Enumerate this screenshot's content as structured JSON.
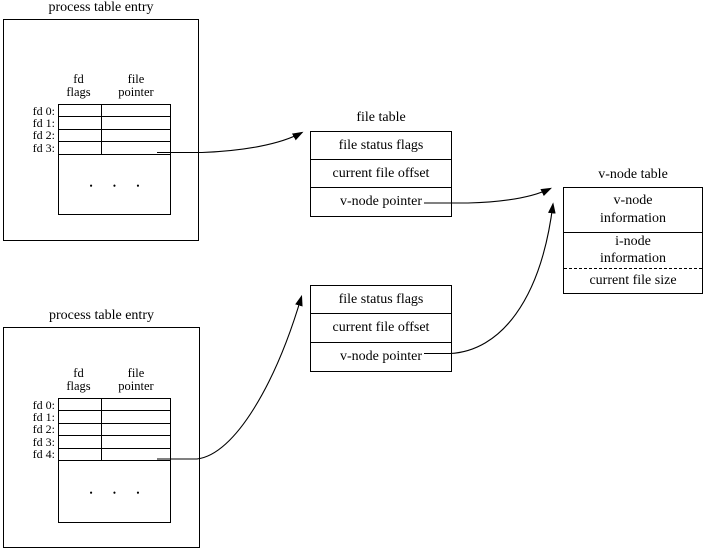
{
  "colors": {
    "background": "#ffffff",
    "line": "#000000",
    "text": "#000000"
  },
  "process_table_top": {
    "title": "process table entry",
    "header_col1": [
      "fd",
      "flags"
    ],
    "header_col2": [
      "file",
      "pointer"
    ],
    "row_labels": [
      "fd 0:",
      "fd 1:",
      "fd 2:",
      "fd 3:"
    ],
    "ellipsis": "• • •"
  },
  "file_table_top": {
    "title": "file table",
    "rows": [
      "file status flags",
      "current file offset",
      "v-node pointer"
    ]
  },
  "vnode_table": {
    "title": "v-node table",
    "row1": [
      "v-node",
      "information"
    ],
    "row2": [
      "i-node",
      "information"
    ],
    "row3": "current file size"
  },
  "process_table_bottom": {
    "title": "process table entry",
    "header_col1": [
      "fd",
      "flags"
    ],
    "header_col2": [
      "file",
      "pointer"
    ],
    "row_labels": [
      "fd 0:",
      "fd 1:",
      "fd 2:",
      "fd 3:",
      "fd 4:"
    ],
    "ellipsis": "• • •"
  },
  "file_table_bottom": {
    "rows": [
      "file status flags",
      "current file offset",
      "v-node pointer"
    ]
  }
}
